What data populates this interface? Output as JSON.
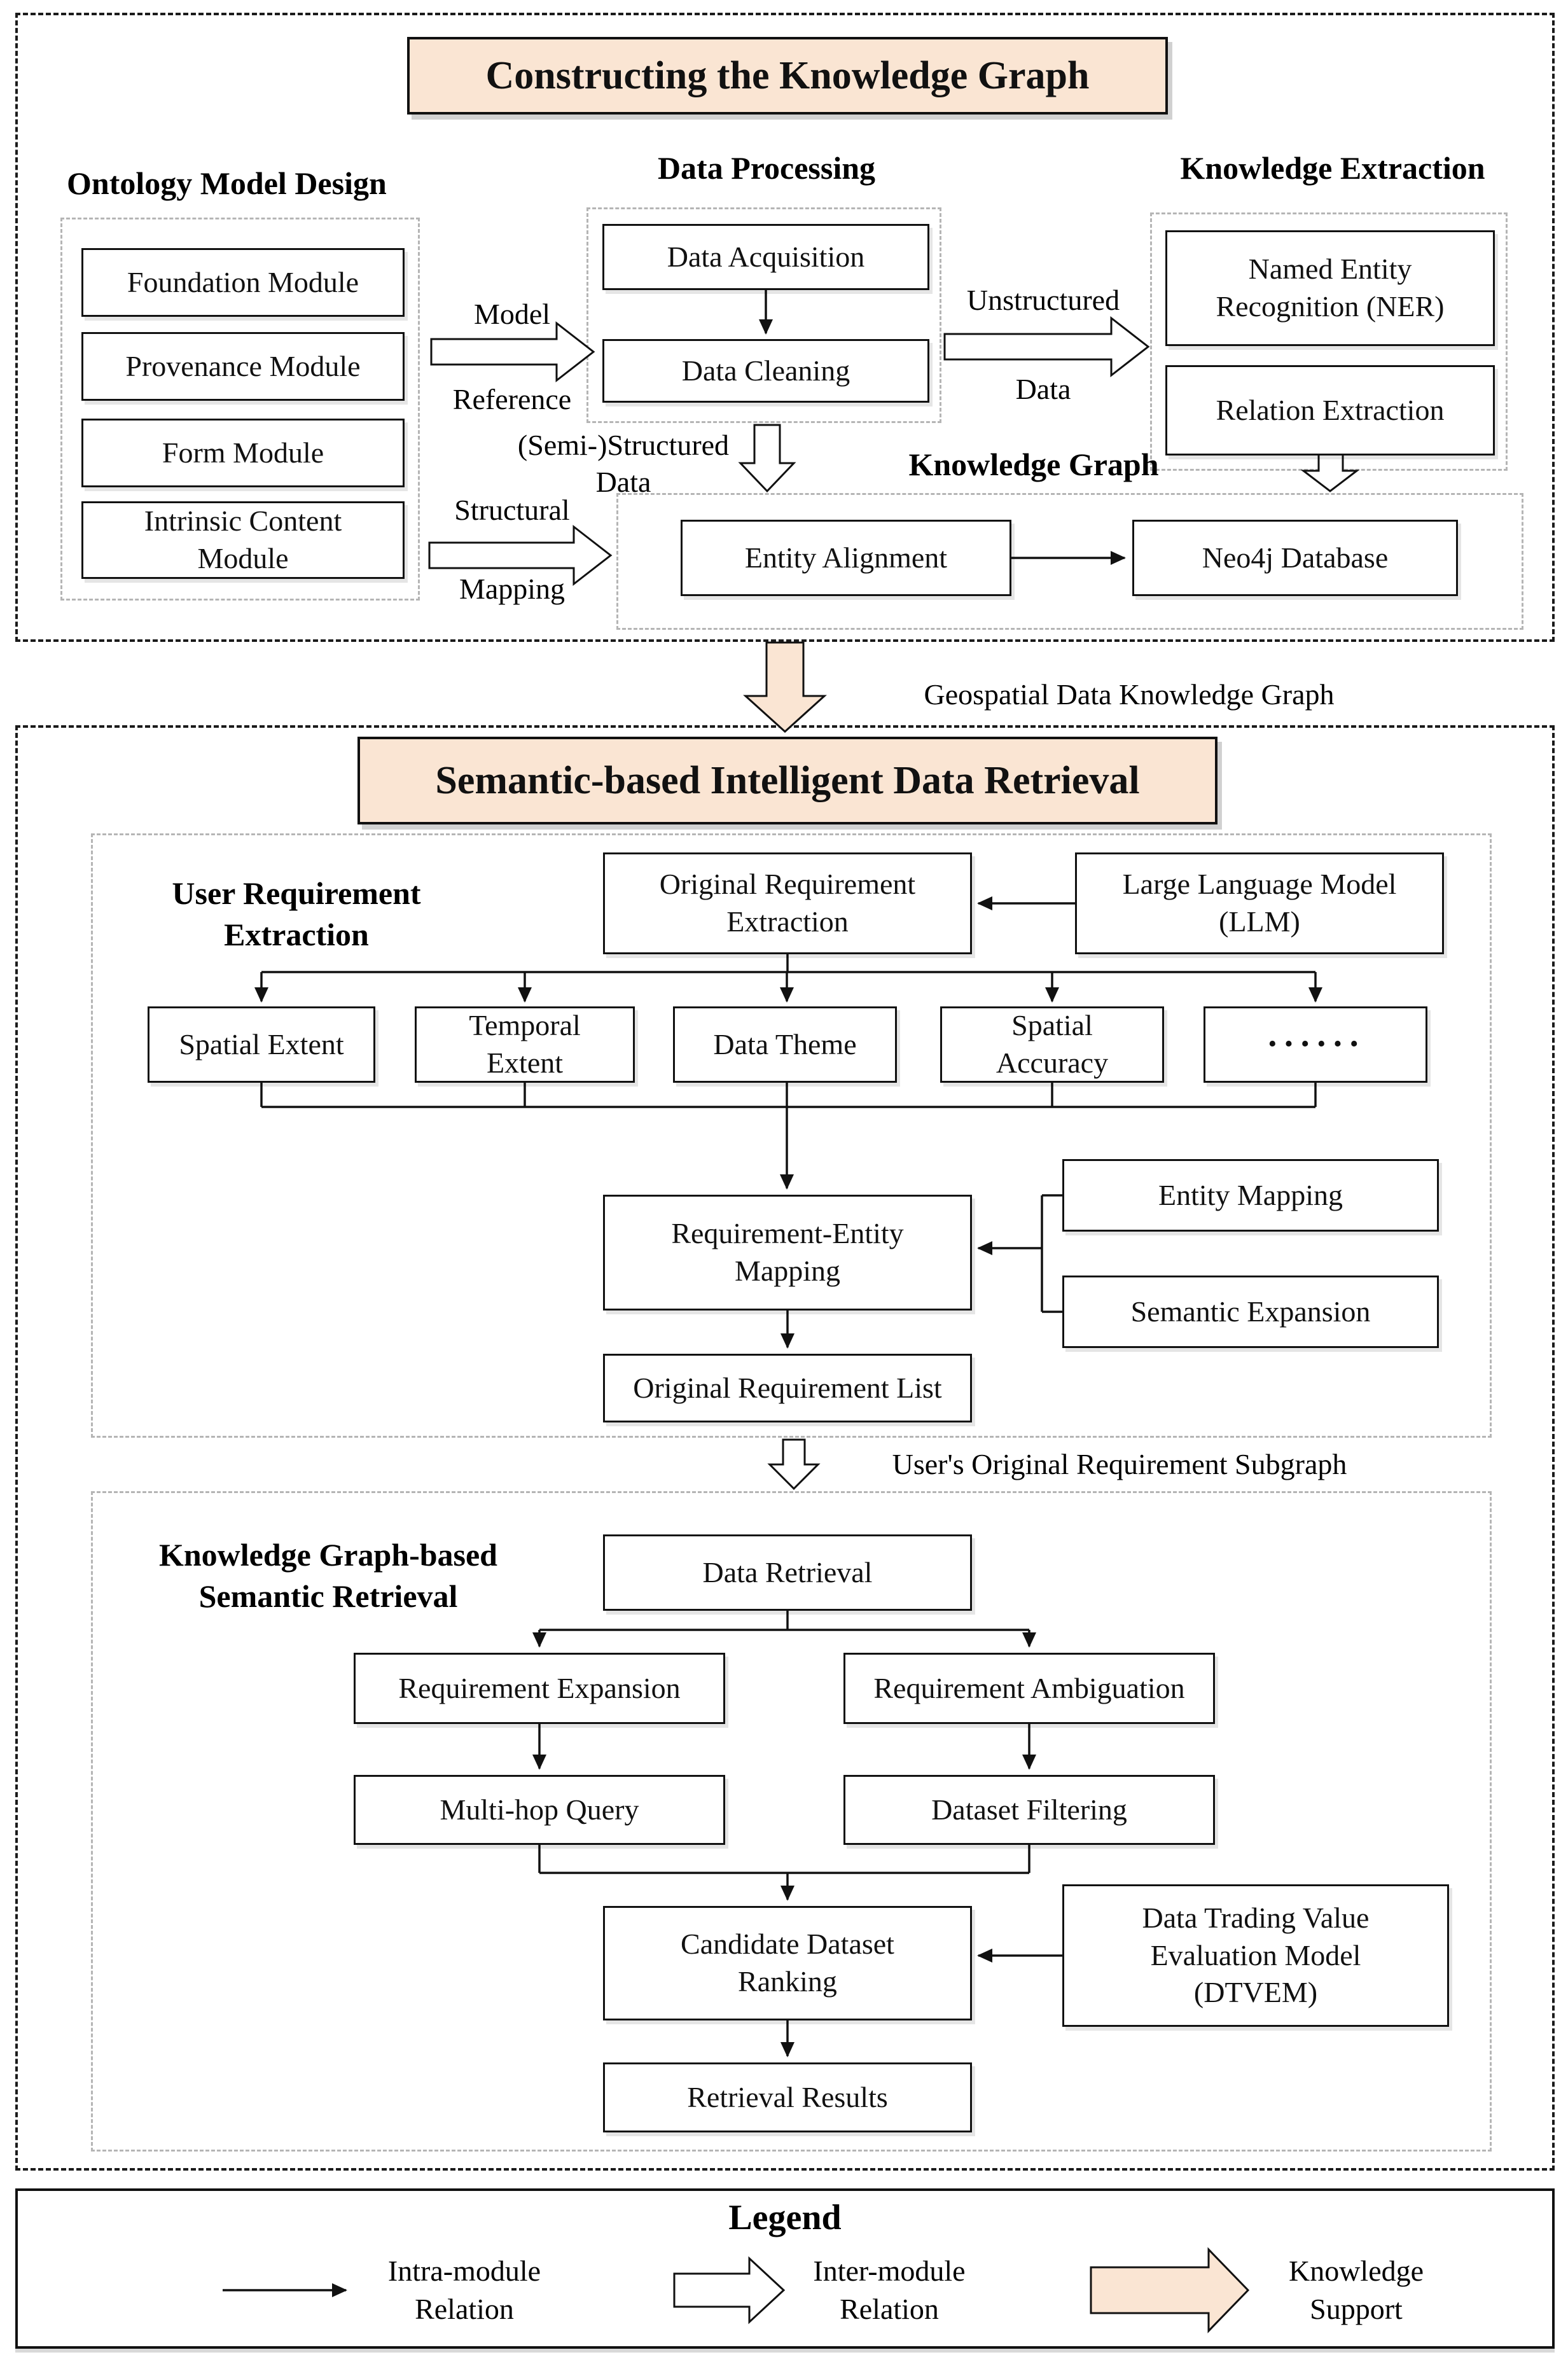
{
  "colors": {
    "accent_peach": "#fae5d3",
    "line_black": "#111111",
    "section_dash_gray": "#b5b5b5"
  },
  "panel_construction": {
    "title": "Constructing the Knowledge Graph",
    "ontology": {
      "heading": "Ontology Model Design",
      "modules": [
        "Foundation Module",
        "Provenance Module",
        "Form Module",
        "Intrinsic Content Module"
      ]
    },
    "data_processing": {
      "heading": "Data Processing",
      "steps": [
        "Data Acquisition",
        "Data Cleaning"
      ]
    },
    "knowledge_extraction": {
      "heading": "Knowledge Extraction",
      "steps": [
        "Named Entity Recognition (NER)",
        "Relation Extraction"
      ]
    },
    "knowledge_graph": {
      "heading": "Knowledge Graph",
      "steps": [
        "Entity Alignment",
        "Neo4j Database"
      ]
    },
    "arrow_labels": {
      "model_reference": [
        "Model",
        "Reference"
      ],
      "unstructured_data": [
        "Unstructured",
        "Data"
      ],
      "semi_structured_data": [
        "(Semi-)Structured",
        "Data"
      ],
      "structural_mapping": [
        "Structural",
        "Mapping"
      ]
    }
  },
  "transition_construction_to_retrieval": {
    "label": "Geospatial Data Knowledge Graph"
  },
  "panel_retrieval": {
    "title": "Semantic-based Intelligent Data Retrieval",
    "user_requirement_extraction": {
      "heading": "User Requirement Extraction",
      "original_requirement_extraction": "Original Requirement Extraction",
      "llm": "Large Language Model (LLM)",
      "facets": [
        "Spatial Extent",
        "Temporal Extent",
        "Data Theme",
        "Spatial Accuracy",
        "······"
      ],
      "requirement_entity_mapping": "Requirement-Entity Mapping",
      "entity_mapping": "Entity Mapping",
      "semantic_expansion": "Semantic Expansion",
      "original_requirement_list": "Original Requirement List"
    },
    "transition_subgraph": {
      "label": "User's Original Requirement Subgraph"
    },
    "kg_semantic_retrieval": {
      "heading": "Knowledge Graph-based Semantic Retrieval",
      "data_retrieval": "Data Retrieval",
      "requirement_expansion": "Requirement Expansion",
      "requirement_ambiguation": "Requirement Ambiguation",
      "multi_hop_query": "Multi-hop Query",
      "dataset_filtering": "Dataset Filtering",
      "candidate_dataset_ranking": "Candidate Dataset Ranking",
      "dtvem": "Data Trading Value Evaluation Model (DTVEM)",
      "retrieval_results": "Retrieval Results"
    }
  },
  "legend": {
    "title": "Legend",
    "items": [
      {
        "label": "Intra-module Relation"
      },
      {
        "label": "Inter-module Relation"
      },
      {
        "label": "Knowledge Support"
      }
    ]
  }
}
